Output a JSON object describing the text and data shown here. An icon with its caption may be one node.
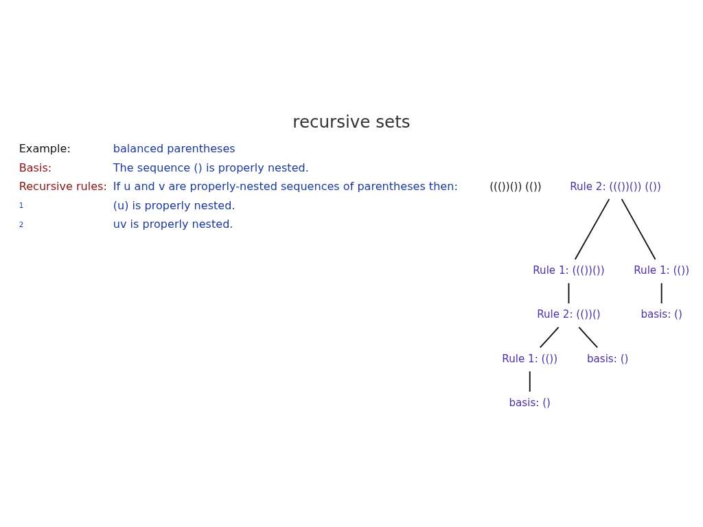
{
  "diagram": {
    "title": "recursive sets",
    "nodes": [
      {
        "text": [
          "Rule 2: ((())()) (())"
        ]
      },
      {
        "text": [
          "Rule 1: ((())())"
        ]
      },
      {
        "text": [
          "Rule 1: (())"
        ]
      },
      {
        "text": [
          "Rule 2: (())()"
        ]
      },
      {
        "text": [
          "basis: ()"
        ]
      },
      {
        "text": [
          "Rule 1: (())"
        ]
      },
      {
        "text": [
          "basis: ()"
        ]
      },
      {
        "text": [
          "basis: ()"
        ]
      }
    ],
    "edges": [
      {
        "from": 0,
        "to": 1,
        "arrow": "none"
      },
      {
        "from": 0,
        "to": 2,
        "arrow": "none"
      },
      {
        "from": 1,
        "to": 3,
        "arrow": "none"
      },
      {
        "from": 2,
        "to": 4,
        "arrow": "none"
      },
      {
        "from": 3,
        "to": 5,
        "arrow": "none"
      },
      {
        "from": 3,
        "to": 6,
        "arrow": "none"
      },
      {
        "from": 5,
        "to": 7,
        "arrow": "none"
      }
    ],
    "labels": [
      "Example:",
      "balanced parentheses",
      "Basis:",
      "The sequence () is properly nested.",
      "Recursive rules:",
      "If u and v are properly-nested sequences of parentheses then:",
      "1",
      "(u) is properly nested.",
      "2",
      "uv is properly nested.",
      "((())()) (())"
    ]
  }
}
